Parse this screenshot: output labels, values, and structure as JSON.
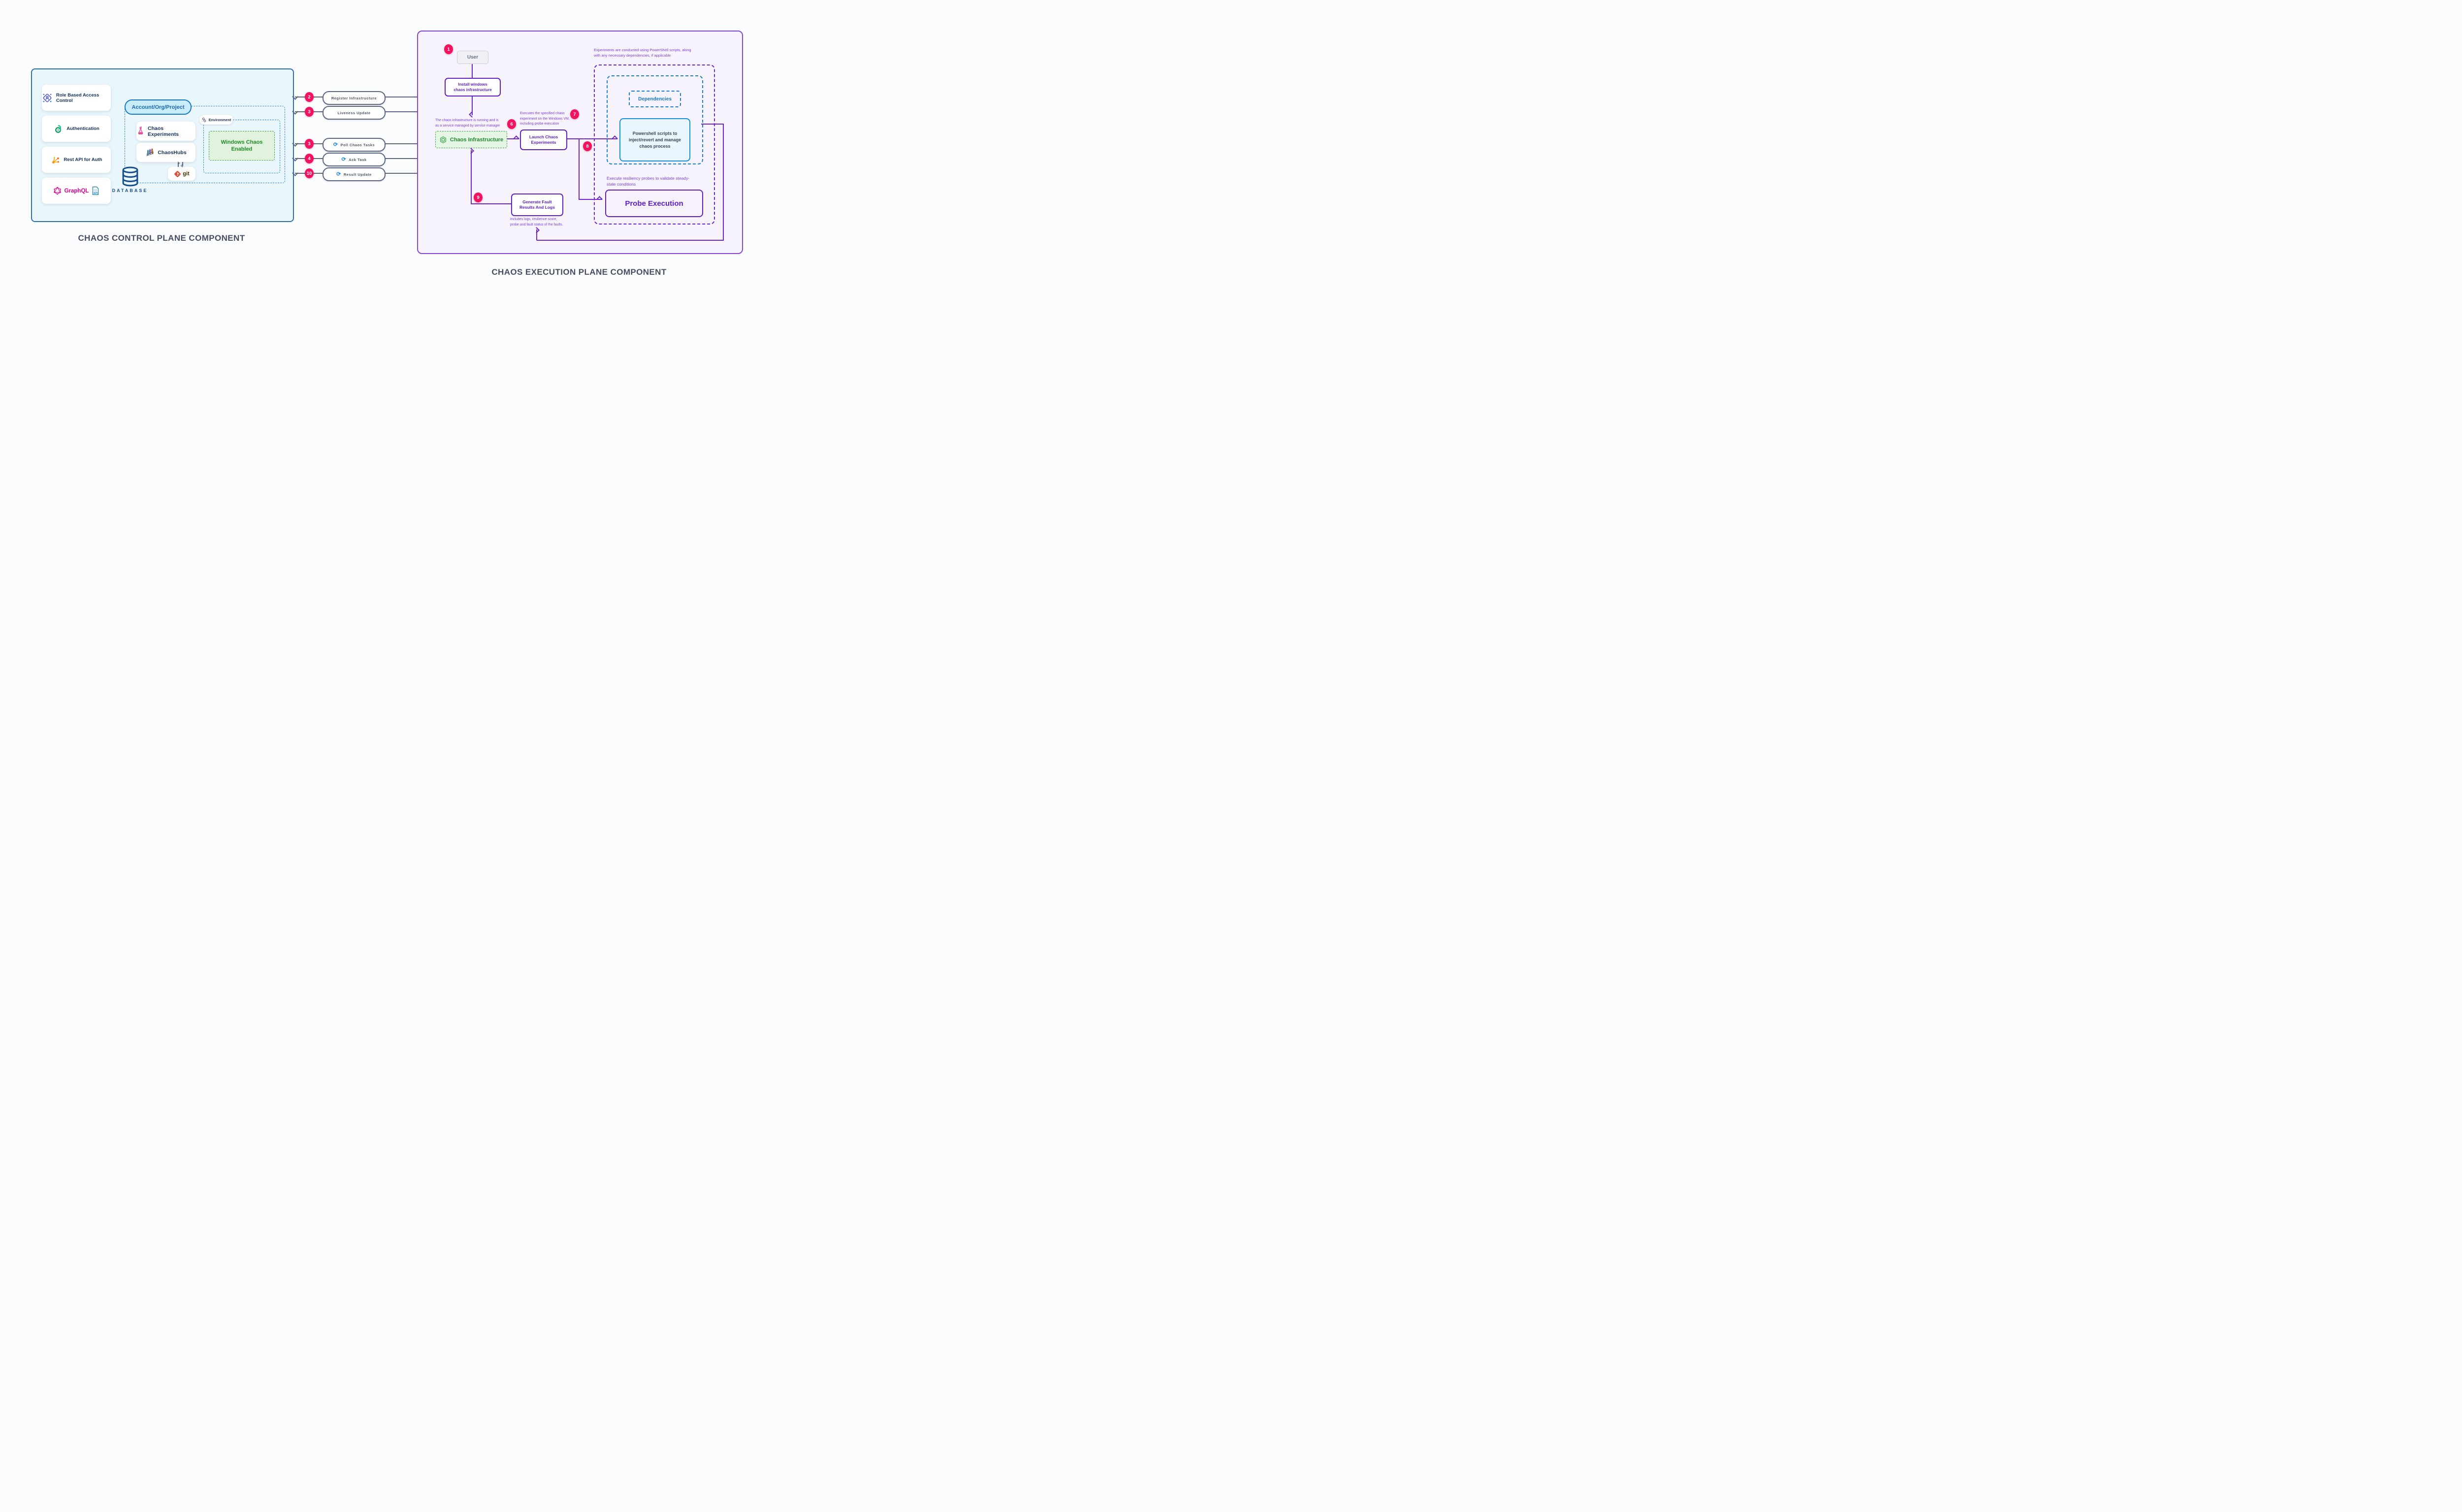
{
  "colors": {
    "badge_pink": "#F31260",
    "purple_line": "#6D28CF",
    "purple_text": "#7A3DE0",
    "purple_box": "#5D21C4",
    "blue": "#1779C4",
    "blue_box_border": "#1A8FDD",
    "green": "#3BA144",
    "green_text": "#1F8B2B",
    "slate": "#5D6781",
    "left_panel_bg": "#E9F6FB",
    "left_panel_border": "#2B6CB3",
    "right_panel_bg": "#F7F3FC",
    "right_panel_border": "#8247D0",
    "graphql_pink": "#E10098",
    "git_red": "#DE4C36"
  },
  "left_panel": {
    "title": "CHAOS CONTROL PLANE COMPONENT",
    "cards": [
      {
        "label": "Role Based Access Control",
        "icon": "rbac-icon"
      },
      {
        "label": "Authentication",
        "icon": "open-lock-icon"
      },
      {
        "label": "Rest API for Auth",
        "icon": "api-nodes-icon"
      },
      {
        "label": "GraphQL",
        "icon": "graphql-icon",
        "secondary_icon": "api-doc-icon"
      }
    ],
    "account_pill": "Account/Org/Project",
    "chaos_experiments": "Chaos Experiments",
    "chaoshubs": "ChaosHubs",
    "git": "git",
    "environment_label": "Environment",
    "windows_chaos": "Windows Chaos\nEnabled",
    "database": "DATABASE"
  },
  "connectors": [
    {
      "num": "2",
      "label": "Register Infrastructure"
    },
    {
      "num": "3",
      "label": "Liveness Update"
    },
    {
      "num": "3",
      "label": "Poll Chaos Tasks",
      "icon": "sync-icon"
    },
    {
      "num": "4",
      "label": "Ack Task",
      "icon": "sync-icon"
    },
    {
      "num": "10",
      "label": "Result Update",
      "icon": "sync-icon"
    }
  ],
  "right_panel": {
    "title": "CHAOS EXECUTION PLANE COMPONENT",
    "badges": {
      "user": "1",
      "running": "6",
      "executes": "7",
      "branch": "8",
      "generate": "9"
    },
    "user": "User",
    "install": "Install windows\nchaos infrastructure",
    "note_running": "The chaos infrastructure is running and is\nas a service managed by service manager",
    "chaos_infrastructure": "Chaos Infrastructure",
    "launch": "Launch Chaos\nExperiments",
    "note_executes": "Executes the specified chaos\nexperiment on the Windows VM,\nincluding probe execution",
    "note_powershell": "Experiments are conducted using PowerShell scripts, along\nwith any necessary dependencies, if applicable",
    "dependencies": "Dependencies",
    "powershell": "Powershell scripts to\ninject/revert and manage\nchaos process",
    "note_probes": "Execute resiliency probes to validate steady-\nstate conditions",
    "probe_execution": "Probe Execution",
    "generate": "Generate Fault\nResults And Logs",
    "note_includes": "Includes logs, resilience score,\nprobe and fault status of the faults."
  }
}
